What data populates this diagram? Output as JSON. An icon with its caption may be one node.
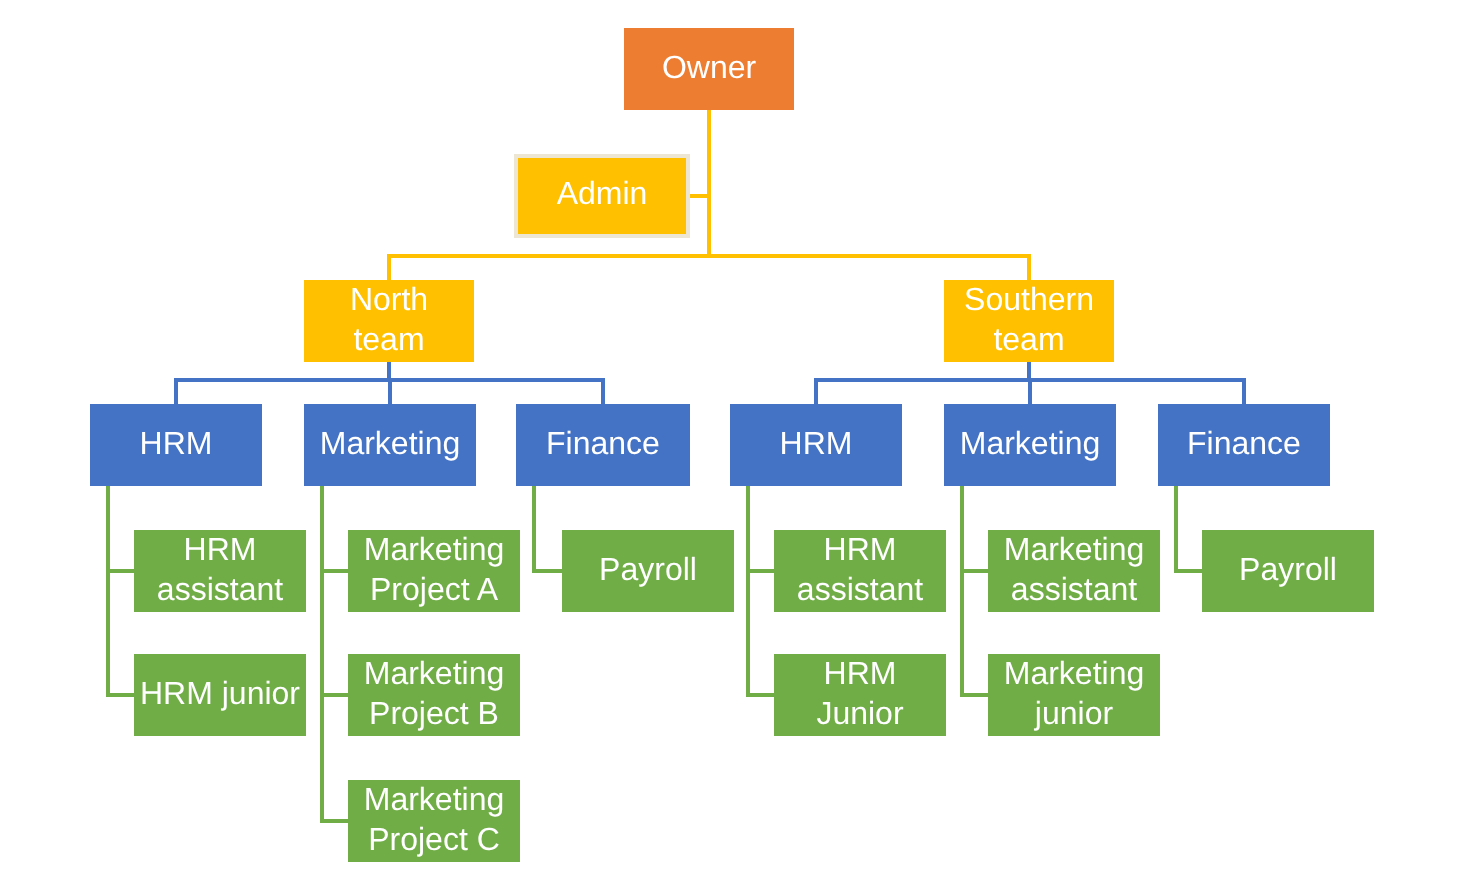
{
  "diagram": {
    "nodes": [
      {
        "text": [
          "Owner"
        ]
      },
      {
        "text": [
          "Admin"
        ]
      },
      {
        "text": [
          "North team"
        ]
      },
      {
        "text": [
          "Southern team"
        ]
      },
      {
        "text": [
          "HRM"
        ]
      },
      {
        "text": [
          "Marketing"
        ]
      },
      {
        "text": [
          "Finance"
        ]
      },
      {
        "text": [
          "HRM"
        ]
      },
      {
        "text": [
          "Marketing"
        ]
      },
      {
        "text": [
          "Finance"
        ]
      },
      {
        "text": [
          "HRM assistant"
        ]
      },
      {
        "text": [
          "Marketing Project A"
        ]
      },
      {
        "text": [
          "Payroll"
        ]
      },
      {
        "text": [
          "HRM assistant"
        ]
      },
      {
        "text": [
          "Marketing assistant"
        ]
      },
      {
        "text": [
          "Payroll"
        ]
      },
      {
        "text": [
          "HRM junior"
        ]
      },
      {
        "text": [
          "Marketing Project B"
        ]
      },
      {
        "text": [
          "HRM Junior"
        ]
      },
      {
        "text": [
          "Marketing junior"
        ]
      },
      {
        "text": [
          "Marketing Project C"
        ]
      }
    ],
    "edges": [
      {
        "from": 0,
        "to": 1,
        "arrow": "none",
        "color": "#ffc000"
      },
      {
        "from": 0,
        "to": 2,
        "arrow": "none",
        "color": "#ffc000"
      },
      {
        "from": 0,
        "to": 3,
        "arrow": "none",
        "color": "#ffc000"
      },
      {
        "from": 2,
        "to": 4,
        "arrow": "none",
        "color": "#4472c4"
      },
      {
        "from": 2,
        "to": 5,
        "arrow": "none",
        "color": "#4472c4"
      },
      {
        "from": 2,
        "to": 6,
        "arrow": "none",
        "color": "#4472c4"
      },
      {
        "from": 3,
        "to": 7,
        "arrow": "none",
        "color": "#4472c4"
      },
      {
        "from": 3,
        "to": 8,
        "arrow": "none",
        "color": "#4472c4"
      },
      {
        "from": 3,
        "to": 9,
        "arrow": "none",
        "color": "#4472c4"
      },
      {
        "from": 4,
        "to": 10,
        "arrow": "none"
      },
      {
        "from": 4,
        "to": 16,
        "arrow": "none"
      },
      {
        "from": 5,
        "to": 11,
        "arrow": "none"
      },
      {
        "from": 5,
        "to": 17,
        "arrow": "none"
      },
      {
        "from": 5,
        "to": 20,
        "arrow": "none"
      },
      {
        "from": 6,
        "to": 12,
        "arrow": "none"
      },
      {
        "from": 7,
        "to": 13,
        "arrow": "none"
      },
      {
        "from": 7,
        "to": 18,
        "arrow": "none"
      },
      {
        "from": 8,
        "to": 14,
        "arrow": "none"
      },
      {
        "from": 8,
        "to": 19,
        "arrow": "none"
      },
      {
        "from": 9,
        "to": 15,
        "arrow": "none"
      }
    ]
  }
}
